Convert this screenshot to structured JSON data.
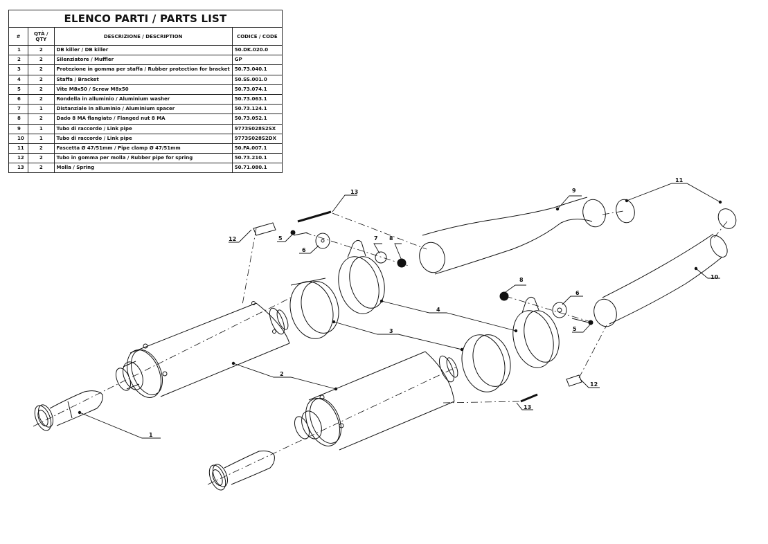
{
  "table": {
    "title": "ELENCO PARTI / PARTS LIST",
    "headers": [
      "#",
      "QTÀ / QTY",
      "DESCRIZIONE / DESCRIPTION",
      "CODICE / CODE"
    ],
    "rows": [
      {
        "num": "1",
        "qty": "2",
        "desc": "DB killer / DB killer",
        "code": "50.DK.020.0"
      },
      {
        "num": "2",
        "qty": "2",
        "desc": "Silenziatore / Muffler",
        "code": "GP"
      },
      {
        "num": "3",
        "qty": "2",
        "desc": "Protezione in gomma per staffa / Rubber protection for bracket",
        "code": "50.73.040.1"
      },
      {
        "num": "4",
        "qty": "2",
        "desc": "Staffa / Bracket",
        "code": "50.SS.001.0"
      },
      {
        "num": "5",
        "qty": "2",
        "desc": "Vite M8x50 / Screw M8x50",
        "code": "50.73.074.1"
      },
      {
        "num": "6",
        "qty": "2",
        "desc": "Rondella in alluminio / Aluminium washer",
        "code": "50.73.063.1"
      },
      {
        "num": "7",
        "qty": "1",
        "desc": "Distanziale in alluminio / Aluminium spacer",
        "code": "50.73.124.1"
      },
      {
        "num": "8",
        "qty": "2",
        "desc": "Dado 8 MA flangiato / Flanged nut 8 MA",
        "code": "50.73.052.1"
      },
      {
        "num": "9",
        "qty": "1",
        "desc": "Tubo di raccordo / Link pipe",
        "code": "9773S028S2SX"
      },
      {
        "num": "10",
        "qty": "1",
        "desc": "Tubo di raccordo / Link pipe",
        "code": "9773S028S2DX"
      },
      {
        "num": "11",
        "qty": "2",
        "desc": "Fascetta Ø 47/51mm / Pipe clamp Ø 47/51mm",
        "code": "50.FA.007.1"
      },
      {
        "num": "12",
        "qty": "2",
        "desc": "Tubo in gomma per molla / Rubber pipe for spring",
        "code": "50.73.210.1"
      },
      {
        "num": "13",
        "qty": "2",
        "desc": "Molla / Spring",
        "code": "50.71.080.1"
      }
    ]
  },
  "callouts": {
    "c1": "1",
    "c2": "2",
    "c3": "3",
    "c4": "4",
    "c5a": "5",
    "c5b": "5",
    "c6a": "6",
    "c6b": "6",
    "c7": "7",
    "c8a": "8",
    "c8b": "8",
    "c9": "9",
    "c10": "10",
    "c11": "11",
    "c12a": "12",
    "c12b": "12",
    "c13a": "13",
    "c13b": "13"
  }
}
